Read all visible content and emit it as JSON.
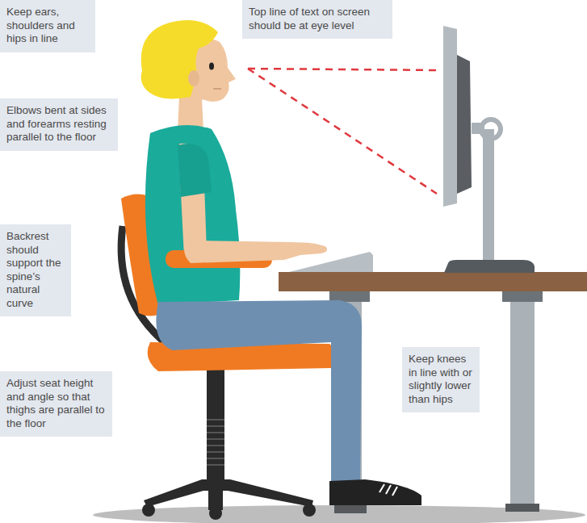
{
  "diagram": {
    "nodes": [
      {
        "text": [
          "Keep ears, shoulders and hips in line"
        ]
      },
      {
        "text": [
          "Top line of text on screen should be at eye level"
        ]
      },
      {
        "text": [
          "Elbows bent at sides and forearms resting parallel to the floor"
        ]
      },
      {
        "text": [
          "Backrest should support the spine’s natural curve"
        ]
      },
      {
        "text": [
          "Keep knees in line with or slightly lower than hips"
        ]
      },
      {
        "text": [
          "Adjust seat height and angle so that thighs are parallel to the floor"
        ]
      }
    ]
  }
}
